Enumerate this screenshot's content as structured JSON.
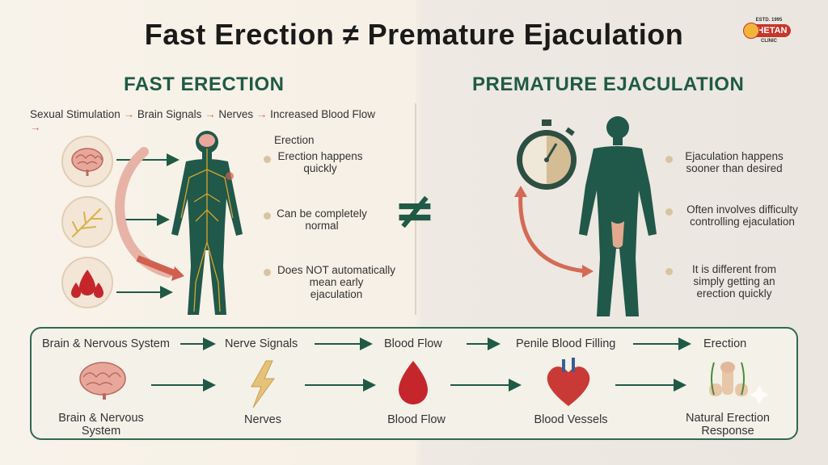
{
  "title": "Fast Erection ≠ Premature Ejaculation",
  "logo": {
    "estd": "ESTD. 1995",
    "name": "CHETAN",
    "sub": "CLINIC"
  },
  "left": {
    "heading": "FAST ERECTION",
    "pathway": [
      "Sexual Stimulation",
      "Brain Signals",
      "Nerves",
      "Increased Blood Flow",
      "Erection"
    ],
    "points": [
      [
        "Erection happens",
        "quickly"
      ],
      [
        "Can be completely",
        "normal"
      ],
      [
        "Does NOT automatically",
        "mean early",
        "ejaculation"
      ]
    ]
  },
  "not_equal": "≠",
  "right": {
    "heading": "PREMATURE EJACULATION",
    "points": [
      [
        "Ejaculation happens",
        "sooner than desired"
      ],
      [
        "Often involves difficulty",
        "controlling ejaculation"
      ],
      [
        "It is different from",
        "simply getting an",
        "erection quickly"
      ]
    ]
  },
  "flow": {
    "labels": [
      "Brain & Nervous System",
      "Nerve Signals",
      "Blood Flow",
      "Penile Blood Filling",
      "Erection"
    ],
    "captions": [
      [
        "Brain & Nervous",
        "System"
      ],
      [
        "Nerves"
      ],
      [
        "Blood Flow"
      ],
      [
        "Blood Vessels"
      ],
      [
        "Natural Erection",
        "Response"
      ]
    ]
  },
  "colors": {
    "green": "#1f5a46",
    "figure_green": "#20584a",
    "accent_red": "#c4473d",
    "nerve_gold": "#d9a62a"
  }
}
